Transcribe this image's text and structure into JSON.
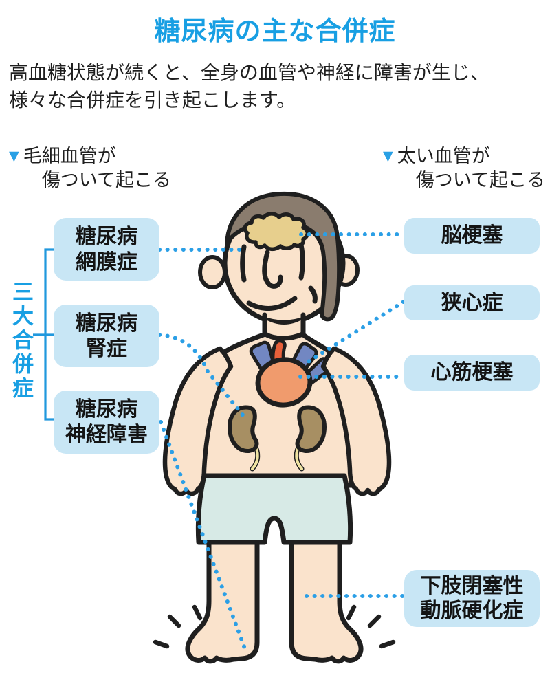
{
  "title": "糖尿病の主な合併症",
  "intro": {
    "line1": "高血糖状態が続くと、全身の血管や神経に障害が生じ、",
    "line2": "様々な合併症を引き起こします。"
  },
  "icons": {
    "triangle_down": "▼"
  },
  "sections": {
    "left": {
      "line1": "毛細血管が",
      "line2": "傷ついて起こる"
    },
    "right": {
      "line1": "太い血管が",
      "line2": "傷ついて起こる"
    }
  },
  "group_label": "三大合併症",
  "left_labels": {
    "retinopathy": {
      "line1": "糖尿病",
      "line2": "網膜症"
    },
    "nephropathy": {
      "line1": "糖尿病",
      "line2": "腎症"
    },
    "neuropathy": {
      "line1": "糖尿病",
      "line2": "神経障害"
    }
  },
  "right_labels": {
    "cerebral_infarction": "脳梗塞",
    "angina": "狭心症",
    "myocardial_infarction": "心筋梗塞",
    "pad": {
      "line1": "下肢閉塞性",
      "line2": "動脈硬化症"
    }
  },
  "colors": {
    "accent_blue": "#189fe3",
    "dotted_line_blue": "#2b9fe6",
    "label_box_fill": "#c8e6f5",
    "skin": "#fae3cc",
    "hair": "#8a7c6e",
    "brain": "#e7cf8d",
    "heart": "#f09b6d",
    "vessel_blue": "#7287c2",
    "vessel_red": "#e8603a",
    "kidney": "#a78f63",
    "ureter_yellow": "#efe3a2",
    "shorts": "#d7eae6",
    "outline": "#1f1f1f"
  }
}
